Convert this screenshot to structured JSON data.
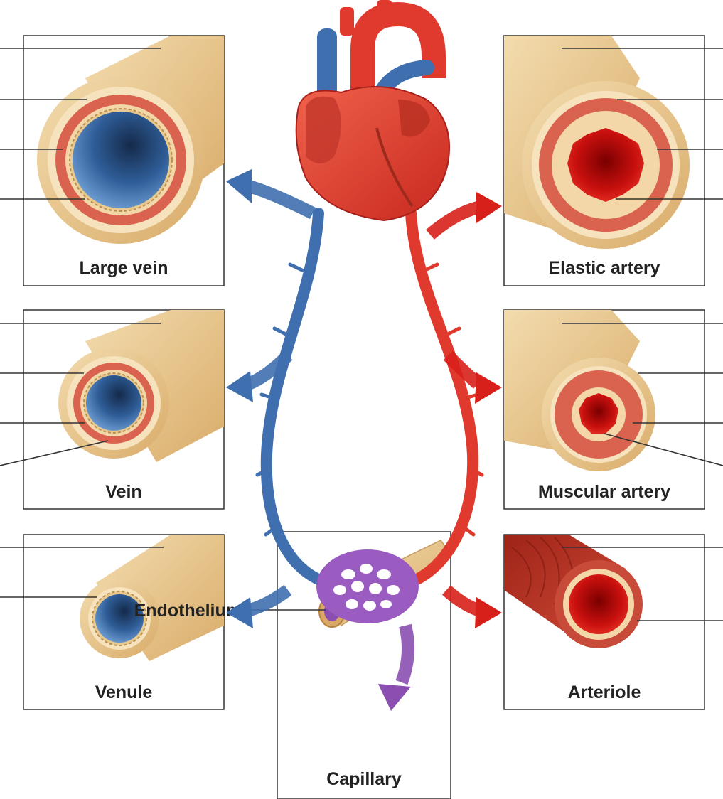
{
  "diagram": {
    "panels": {
      "large_vein": {
        "label": "Large vein"
      },
      "vein": {
        "label": "Vein"
      },
      "venule": {
        "label": "Venule"
      },
      "elastic_artery": {
        "label": "Elastic artery"
      },
      "muscular_artery": {
        "label": "Muscular artery"
      },
      "arteriole": {
        "label": "Arteriole"
      },
      "capillary": {
        "label": "Capillary",
        "layer_label": "Endothelium"
      }
    },
    "colors": {
      "vein_blue": "#3f6fae",
      "artery_red": "#e03a2e",
      "capillary_purple": "#8a4fb0",
      "tunica_externa": "#e9c995",
      "tunica_media": "#d9634f",
      "cream_layer": "#f6e3bd"
    }
  }
}
